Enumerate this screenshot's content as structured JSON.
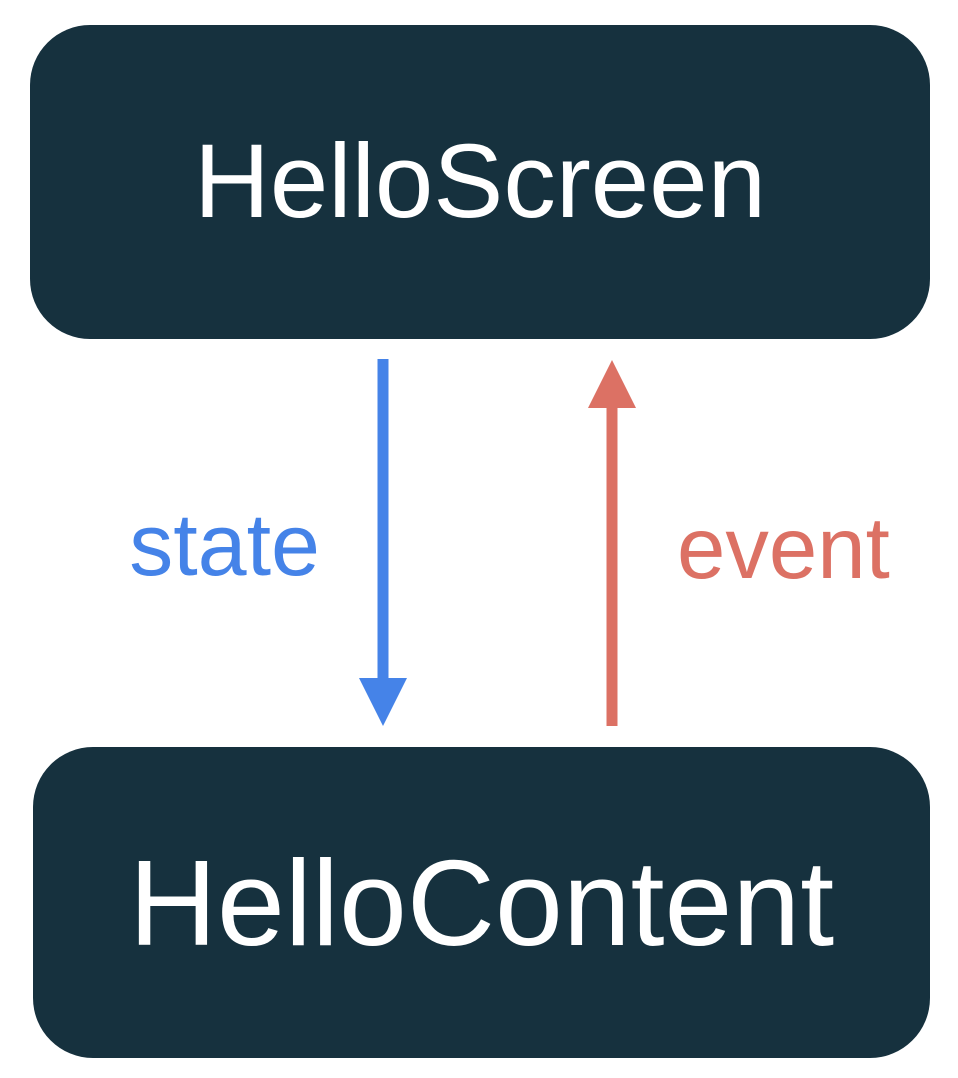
{
  "diagram": {
    "top_box": {
      "label": "HelloScreen"
    },
    "bottom_box": {
      "label": "HelloContent"
    },
    "state_arrow": {
      "label": "state",
      "direction": "down",
      "from": "HelloScreen",
      "to": "HelloContent",
      "color": "#4583e8"
    },
    "event_arrow": {
      "label": "event",
      "direction": "up",
      "from": "HelloContent",
      "to": "HelloScreen",
      "color": "#dc7164"
    }
  },
  "colors": {
    "background": "#ffffff",
    "box_background": "#16313e",
    "box_text": "#ffffff",
    "state_blue": "#4583e8",
    "event_red": "#dc7164"
  }
}
